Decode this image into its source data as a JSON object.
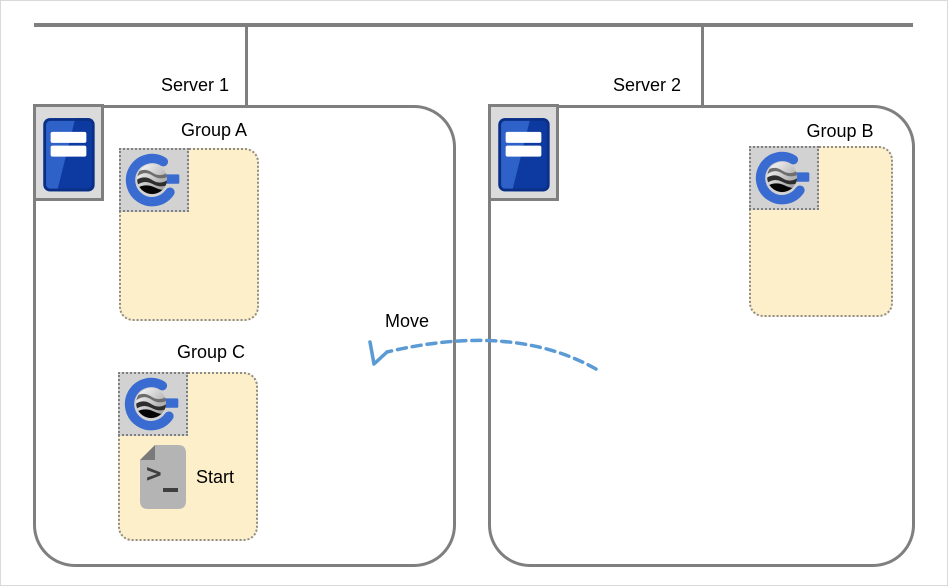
{
  "servers": [
    {
      "label": "Server 1"
    },
    {
      "label": "Server 2"
    }
  ],
  "groups": {
    "a": {
      "label": "Group A"
    },
    "b": {
      "label": "Group B"
    },
    "c": {
      "label": "Group C",
      "action_label": "Start"
    }
  },
  "arrow": {
    "label": "Move"
  },
  "icons": {
    "server": "server-tower-icon",
    "group_logo": "globe-g-logo-icon",
    "script": "terminal-script-start-icon",
    "move": "dashed-curved-arrow-icon"
  },
  "colors": {
    "line_gray": "#7F7F7F",
    "group_fill": "#FDEFCA",
    "group_border": "#8C8C8C",
    "arrow_blue": "#5B9BD5",
    "logo_blue": "#3A6BD0",
    "logo_chip_bg": "#D2D2D2",
    "server_chip_bg": "#DBDBDB",
    "tower_blue_light": "#2E62C9",
    "tower_blue_dark": "#0C3AA0",
    "script_gray": "#B4B4B4"
  }
}
